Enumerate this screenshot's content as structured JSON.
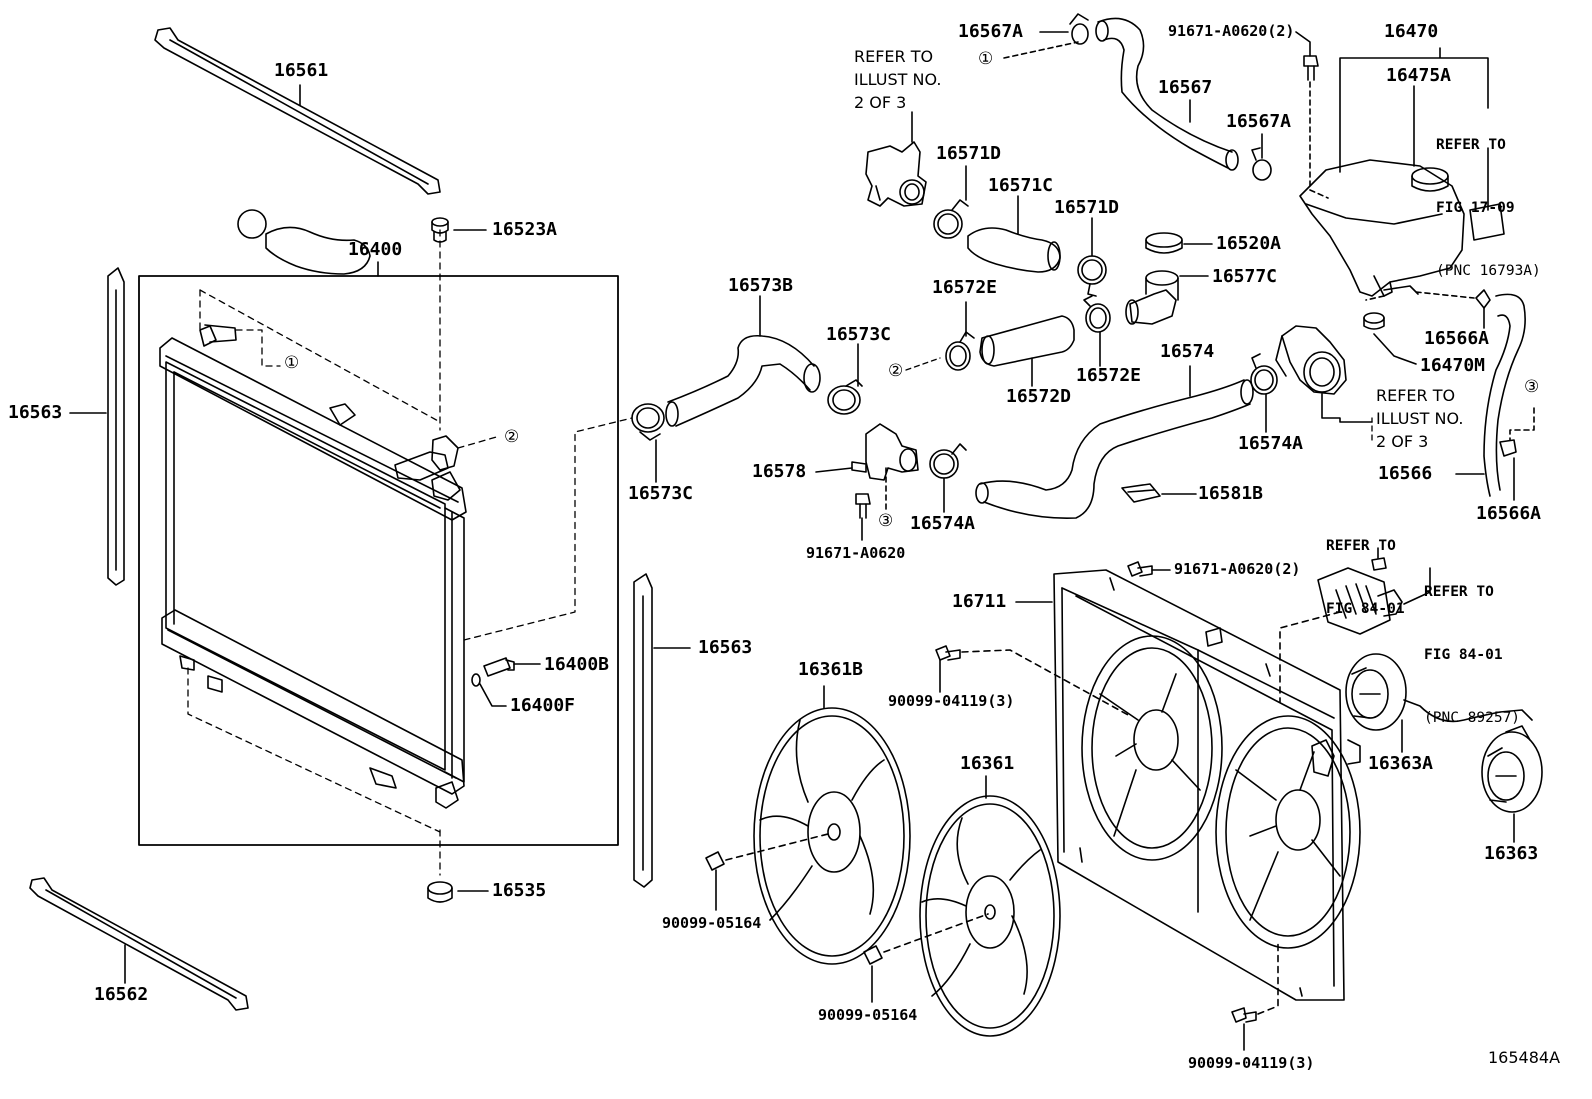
{
  "parts": {
    "p16561": "16561",
    "p16523A": "16523A",
    "p16400": "16400",
    "p16563_left": "16563",
    "p16563_right": "16563",
    "p16400B": "16400B",
    "p16400F": "16400F",
    "p16535": "16535",
    "p16562": "16562",
    "p16567A_top": "16567A",
    "p91671_top": "91671-A0620(2)",
    "p16470": "16470",
    "p16475A": "16475A",
    "p16567": "16567",
    "p16567A_mid": "16567A",
    "p16571D_a": "16571D",
    "p16571C": "16571C",
    "p16571D_b": "16571D",
    "p16520A": "16520A",
    "p16577C": "16577C",
    "p16573B": "16573B",
    "p16572E_a": "16572E",
    "p16573C_a": "16573C",
    "p16574": "16574",
    "p16566A_a": "16566A",
    "p16470M": "16470M",
    "p16572D": "16572D",
    "p16572E_b": "16572E",
    "p16574A_a": "16574A",
    "p16578": "16578",
    "p16573C_b": "16573C",
    "p16574A_b": "16574A",
    "p16581B": "16581B",
    "p16566": "16566",
    "p16566A_b": "16566A",
    "p91671_mid": "91671-A0620",
    "p91671_fan": "91671-A0620(2)",
    "p16711": "16711",
    "p16361B": "16361B",
    "p90099_04119_a": "90099-04119(3)",
    "p16363A": "16363A",
    "p16361": "16361",
    "p16363": "16363",
    "p90099_05164_a": "90099-05164",
    "p90099_05164_b": "90099-05164",
    "p90099_04119_b": "90099-04119(3)"
  },
  "notes": {
    "illust_top": "REFER TO\nILLUST NO.\n2 OF 3",
    "illust_right": "REFER TO\nILLUST NO.\n2 OF 3",
    "fig_17_09": {
      "l1": "REFER TO",
      "l2": "FIG 17-09",
      "l3": "(PNC 16793A)"
    },
    "fig_84_01_a": {
      "l1": "REFER TO",
      "l2": "FIG 84-01"
    },
    "fig_84_01_b": {
      "l1": "REFER TO",
      "l2": "FIG 84-01",
      "l3": "(PNC 89257)"
    }
  },
  "callouts": {
    "c1": "①",
    "c2": "②",
    "c3": "③"
  },
  "figure_id": "165484A"
}
